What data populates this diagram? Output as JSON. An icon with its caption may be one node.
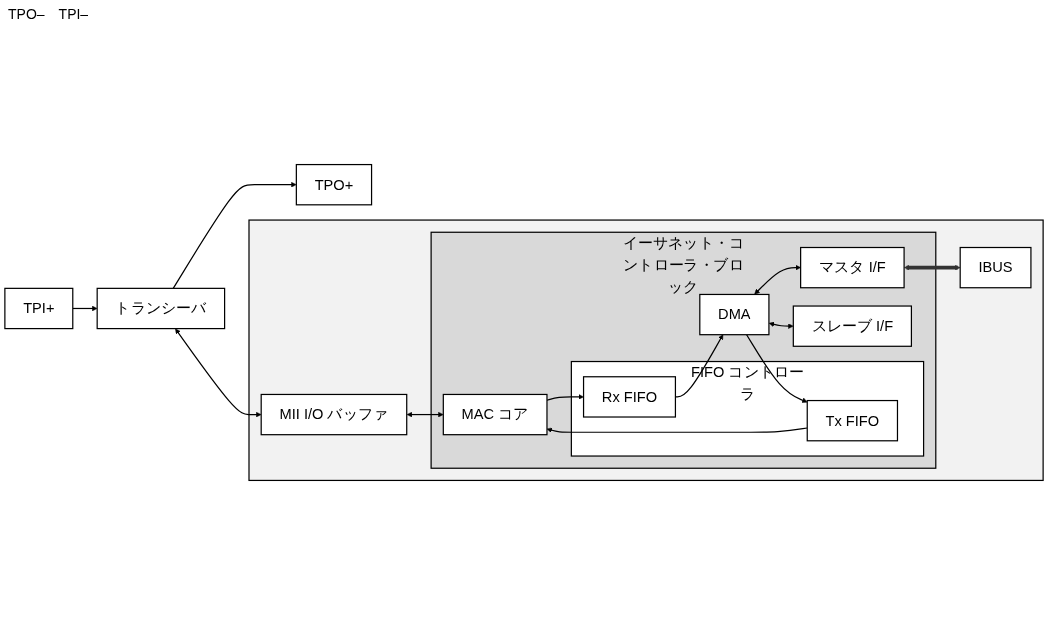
{
  "diagram": {
    "nodes": [
      {
        "text": [],
        "shape": "box"
      },
      {
        "text": [
          "イーサネット・コントローラ・ブロック"
        ],
        "in": 0
      },
      {
        "text": [
          "トランシーバ"
        ]
      },
      {
        "text": [
          "TPO+"
        ]
      },
      {
        "text": [
          "TPI+"
        ]
      },
      {
        "text": [
          "MII I/O バッファ"
        ],
        "in": 0
      },
      {
        "text": [
          "MAC コア"
        ],
        "in": 1
      },
      {
        "text": [
          "FIFO コントローラ"
        ],
        "in": 1
      },
      {
        "text": [
          "Tx FIFO"
        ],
        "in": 7
      },
      {
        "text": [
          "Rx FIFO"
        ],
        "in": 7
      },
      {
        "text": [
          "DMA"
        ],
        "in": 1
      },
      {
        "text": [
          "マスタ I/F"
        ],
        "in": 1
      },
      {
        "text": [
          "スレーブ I/F"
        ],
        "in": 1
      },
      {
        "text": [
          "IBUS"
        ],
        "in": 0
      }
    ],
    "edges": [
      {
        "from": 2,
        "to": 3,
        "arrow": "to"
      },
      {
        "from": 4,
        "to": 2,
        "arrow": "to"
      },
      {
        "from": 2,
        "to": 5,
        "arrow": "both"
      },
      {
        "from": 5,
        "to": 6,
        "arrow": "both"
      },
      {
        "from": 8,
        "to": 6,
        "arrow": "to"
      },
      {
        "from": 10,
        "to": 8,
        "arrow": "to"
      },
      {
        "from": 6,
        "to": 9,
        "arrow": "to"
      },
      {
        "from": 9,
        "to": 10,
        "arrow": "to"
      },
      {
        "from": 10,
        "to": 11,
        "arrow": "both"
      },
      {
        "from": 10,
        "to": 12,
        "arrow": "both"
      },
      {
        "from": 11,
        "to": 13,
        "arrow": "both",
        "style": "thick"
      }
    ],
    "labels": [
      "TPO–",
      "TPI–"
    ]
  }
}
